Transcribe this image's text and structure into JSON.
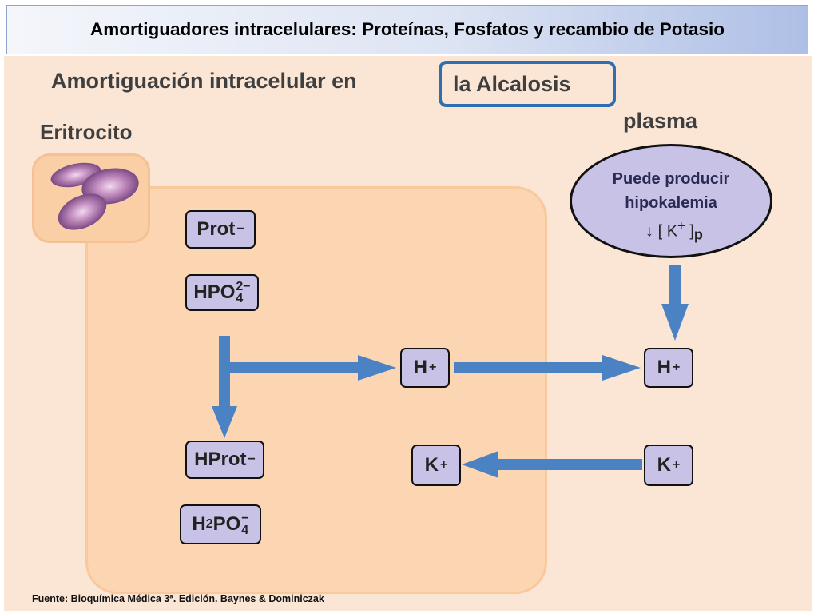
{
  "slide_title": "Amortiguadores intracelulares: Proteínas, Fosfatos y recambio de Potasio",
  "heading": {
    "prefix": "Amortiguación intracelular en",
    "highlight": "la  Alcalosis"
  },
  "compartments": {
    "cell_label": "Eritrocito",
    "plasma_label": "plasma"
  },
  "plasma_note": {
    "line1": "Puede producir",
    "line2": "hipokalemia",
    "arrow": "↓",
    "bracket_open": "[",
    "ion": "K",
    "charge": "+",
    "bracket_close": "]",
    "sub": "p"
  },
  "species": {
    "prot": {
      "base": "Prot",
      "charge": "−"
    },
    "hpo4": {
      "base": "HPO",
      "charge": "2−",
      "sub": "4"
    },
    "hprot": {
      "base": "HProt",
      "charge": "−"
    },
    "h2po4": {
      "h": "H",
      "h_sub": "2",
      "base": "PO",
      "charge": "−",
      "sub": "4"
    },
    "h_cell": {
      "base": "H",
      "charge": "+"
    },
    "h_plasma": {
      "base": "H",
      "charge": "+"
    },
    "k_cell": {
      "base": "K",
      "charge": "+"
    },
    "k_plasma": {
      "base": "K",
      "charge": "+"
    }
  },
  "colors": {
    "arrow": "#4a82c3",
    "box_fill": "#c8c3e6",
    "cell_fill": "#fcd6b2",
    "background": "#fbe5d4",
    "highlight_border": "#2d6fb0"
  },
  "source": "Fuente: Bioquímica Médica 3ª. Edición.  Baynes & Dominiczak"
}
